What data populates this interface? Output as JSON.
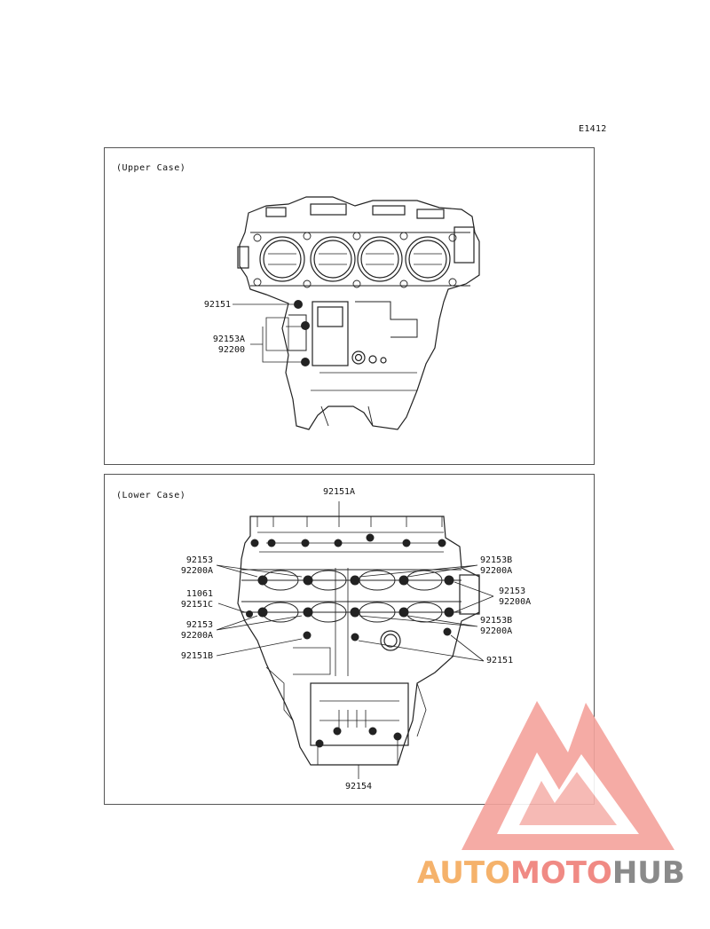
{
  "figure_code": "E1412",
  "upper": {
    "title": "(Upper Case)",
    "labels": {
      "l1": "92151",
      "l2a": "92153A",
      "l2b": "92200"
    }
  },
  "lower": {
    "title": "(Lower Case)",
    "labels": {
      "top": "92151A",
      "ul_a": "92153",
      "ul_b": "92200A",
      "ml_a": "11061",
      "ml_b": "92151C",
      "ll_a": "92153",
      "ll_b": "92200A",
      "bl": "92151B",
      "ur_a": "92153B",
      "ur_b": "92200A",
      "mr_a": "92153",
      "mr_b": "92200A",
      "lr_a": "92153B",
      "lr_b": "92200A",
      "r": "92151",
      "bottom": "92154"
    }
  },
  "watermark": {
    "part1": "AUTO",
    "part2": "MOTO",
    "part3": "HUB",
    "color_orange": "#f5b26b",
    "color_red": "#f08a84",
    "color_gray": "#8a8a8a"
  }
}
